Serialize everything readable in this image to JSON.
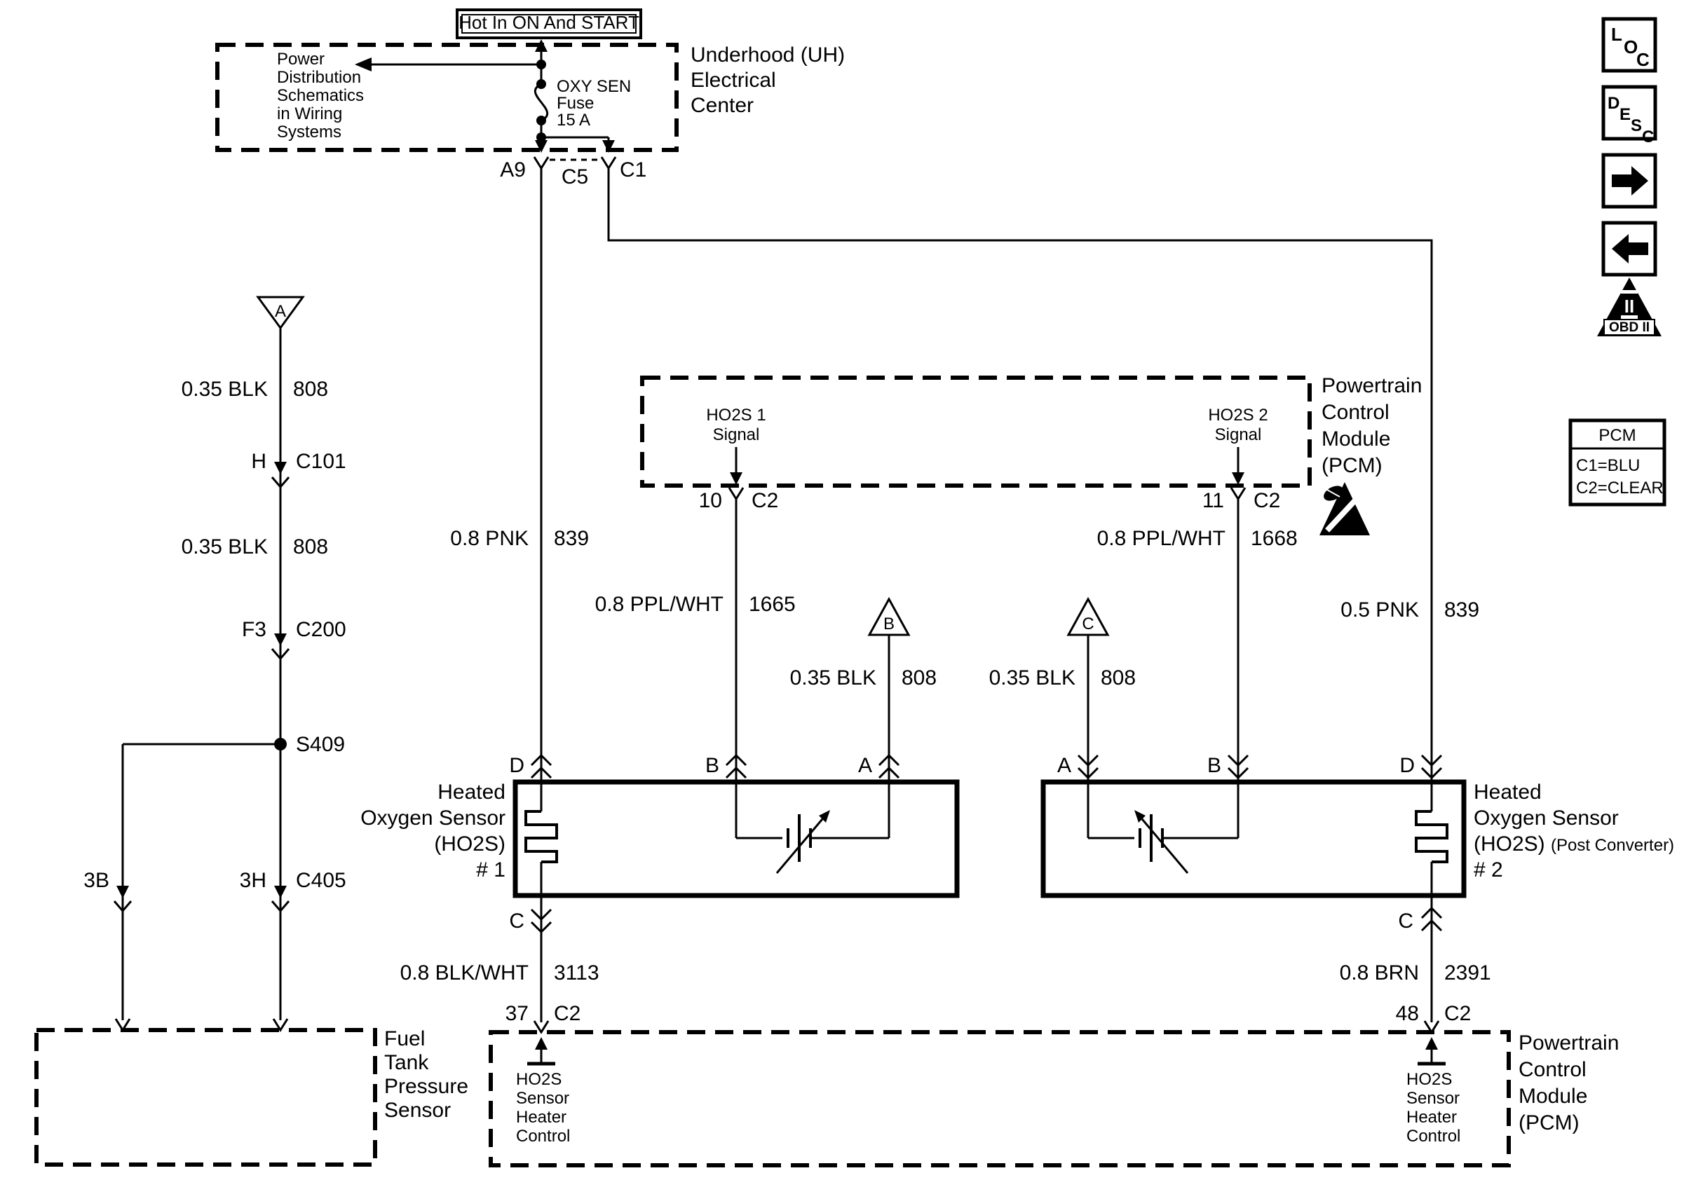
{
  "colors": {
    "ink": "#000000",
    "paper": "#ffffff"
  },
  "power": {
    "hot_label": "Hot In ON And START",
    "center_name": [
      "Underhood (UH)",
      "Electrical",
      "Center"
    ],
    "note": [
      "Power",
      "Distribution",
      "Schematics",
      "in Wiring",
      "Systems"
    ],
    "fuse": [
      "OXY SEN",
      "Fuse",
      "15 A"
    ],
    "pin_a9": "A9",
    "pin_c5": "C5",
    "pin_c1": "C1"
  },
  "ground_branch": {
    "triangle": "A",
    "seg1_gauge": "0.35 BLK",
    "seg1_circuit": "808",
    "conn1_pin": "H",
    "conn1_name": "C101",
    "seg2_gauge": "0.35 BLK",
    "seg2_circuit": "808",
    "conn2_pin": "F3",
    "conn2_name": "C200",
    "splice": "S409",
    "left_pin": "3B",
    "right_pin": "3H",
    "right_conn": "C405",
    "sensor_label": [
      "Fuel",
      "Tank",
      "Pressure",
      "Sensor"
    ]
  },
  "pcm_top": {
    "name": [
      "Powertrain",
      "Control",
      "Module",
      "(PCM)"
    ],
    "sig1": [
      "HO2S 1",
      "Signal"
    ],
    "sig1_pin": "10",
    "sig1_conn": "C2",
    "sig2": [
      "HO2S 2",
      "Signal"
    ],
    "sig2_pin": "11",
    "sig2_conn": "C2"
  },
  "wires": {
    "pnk1_gauge": "0.8 PNK",
    "pnk1_circuit": "839",
    "ppl1_gauge": "0.8 PPL/WHT",
    "ppl1_circuit": "1665",
    "blk1_gauge": "0.35 BLK",
    "blk1_circuit": "808",
    "blk2_gauge": "0.35 BLK",
    "blk2_circuit": "808",
    "ppl2_gauge": "0.8 PPL/WHT",
    "ppl2_circuit": "1668",
    "pnk2_gauge": "0.5 PNK",
    "pnk2_circuit": "839",
    "blkwht_gauge": "0.8 BLK/WHT",
    "blkwht_circuit": "3113",
    "brn_gauge": "0.8 BRN",
    "brn_circuit": "2391"
  },
  "triangle_b": "B",
  "triangle_c": "C",
  "ho2s1": {
    "name": [
      "Heated",
      "Oxygen Sensor",
      "(HO2S)",
      "# 1"
    ],
    "pin_d": "D",
    "pin_b": "B",
    "pin_a": "A",
    "pin_c": "C"
  },
  "ho2s2": {
    "name": [
      "Heated",
      "Oxygen Sensor",
      "(HO2S)",
      "# 2"
    ],
    "post": "(Post Converter)",
    "pin_a": "A",
    "pin_b": "B",
    "pin_d": "D",
    "pin_c": "C"
  },
  "pcm_bottom": {
    "name": [
      "Powertrain",
      "Control",
      "Module",
      "(PCM)"
    ],
    "pin37": "37",
    "conn37": "C2",
    "pin48": "48",
    "conn48": "C2",
    "heater1": [
      "HO2S",
      "Sensor",
      "Heater",
      "Control"
    ],
    "heater2": [
      "HO2S",
      "Sensor",
      "Heater",
      "Control"
    ]
  },
  "sidebar": {
    "loc": [
      "L",
      "O",
      "C"
    ],
    "desc": [
      "D",
      "E",
      "S",
      "C"
    ],
    "obd_numeral": "II",
    "obd_label": "OBD II",
    "legend_title": "PCM",
    "legend_rows": [
      "C1=BLU",
      "C2=CLEAR"
    ]
  }
}
